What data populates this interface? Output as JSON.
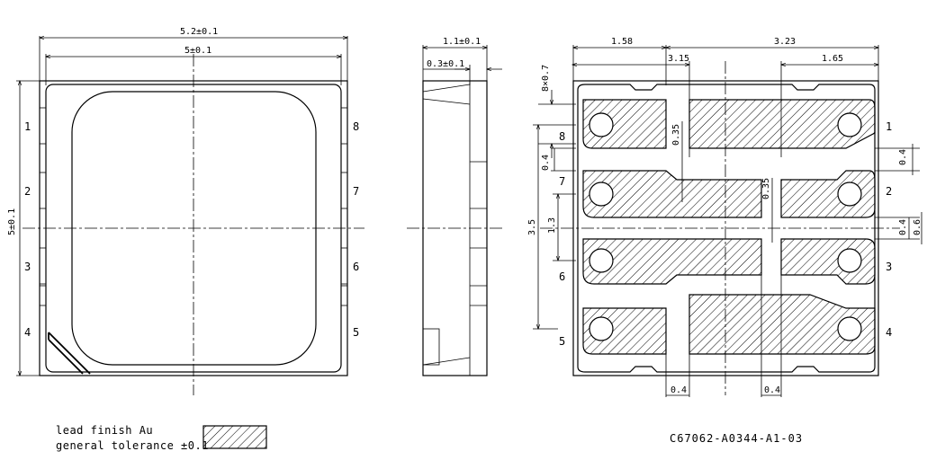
{
  "top_view": {
    "dim_width_outer": "5.2±0.1",
    "dim_width_inner": "5±0.1",
    "dim_height": "5±0.1",
    "pins_left": [
      "1",
      "2",
      "3",
      "4"
    ],
    "pins_right": [
      "8",
      "7",
      "6",
      "5"
    ]
  },
  "side_view": {
    "dim_thickness": "1.1±0.1",
    "dim_lead": "0.3±0.1"
  },
  "footprint": {
    "dims": {
      "d158": "1.58",
      "d323": "3.23",
      "d315": "3.15",
      "d165": "1.65",
      "d8x07": "8×0.7",
      "d035a": "0.35",
      "d035b": "0.35",
      "d04_left": "0.4",
      "d04_right_a": "0.4",
      "d04_right_b": "0.4",
      "d06": "0.6",
      "d35": "3.5",
      "d13": "1.3",
      "d04_bottom_a": "0.4",
      "d04_bottom_b": "0.4"
    },
    "pins_left": [
      "8",
      "7",
      "6",
      "5"
    ],
    "pins_right": [
      "1",
      "2",
      "3",
      "4"
    ]
  },
  "legend": {
    "line1": "lead finish Au",
    "line2": "general tolerance ±0.1"
  },
  "drawing_code": "C67062-A0344-A1-03"
}
